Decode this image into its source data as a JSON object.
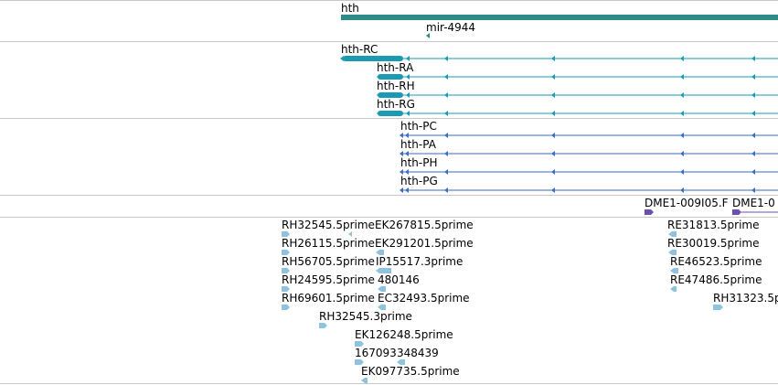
{
  "colors": {
    "gene": "#2e8b87",
    "mrna": "#1a9bb3",
    "protein": "#3a6ec8",
    "est_marker": "#6a4fb5",
    "est": "#8ec3e0",
    "separator": "#c8c8c8"
  },
  "gene_track": {
    "gene_label": "hth",
    "mirna_label": "mir-4944"
  },
  "transcript_track": {
    "labels": [
      "hth-RC",
      "hth-RA",
      "hth-RH",
      "hth-RG"
    ]
  },
  "protein_track": {
    "labels": [
      "hth-PC",
      "hth-PA",
      "hth-PH",
      "hth-PG"
    ]
  },
  "marker_track": {
    "labels": [
      "DME1-009I05.F",
      "DME1-0"
    ]
  },
  "est_track": {
    "labels": [
      "RH32545.5prime",
      "EK267815.5prime",
      "RE31813.5prime",
      "RH26115.5prime",
      "EK291201.5prime",
      "RE30019.5prime",
      "RH56705.5prime",
      "IP15517.3prime",
      "RE46523.5prime",
      "RH24595.5prime",
      "480146",
      "RE47486.5prime",
      "RH69601.5prime",
      "EC32493.5prime",
      "RH31323.5p",
      "RH32545.3prime",
      "EK126248.5prime",
      "167093",
      "348439",
      "EK097735.5prime"
    ]
  }
}
